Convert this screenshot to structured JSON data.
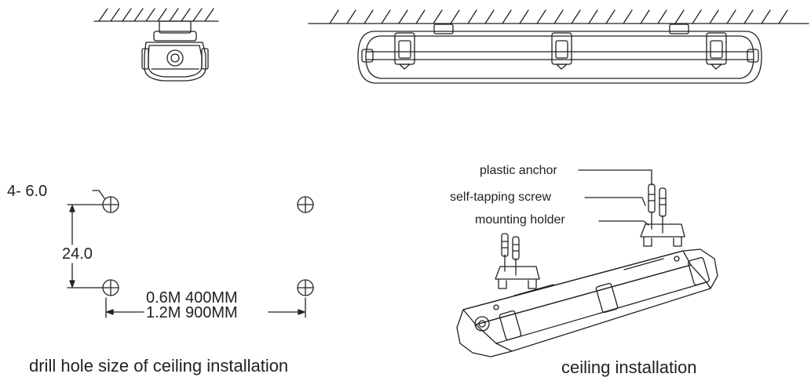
{
  "drill_diagram": {
    "hole_spec": "4- 6.0",
    "vertical_spacing": "24.0",
    "short_spacing": "0.6M 400MM",
    "long_spacing": "1.2M 900MM",
    "caption": "drill hole size of ceiling installation"
  },
  "ceiling_diagram": {
    "labels": {
      "anchor": "plastic anchor",
      "screw": "self-tapping screw",
      "holder": "mounting holder"
    },
    "caption": "ceiling installation"
  }
}
